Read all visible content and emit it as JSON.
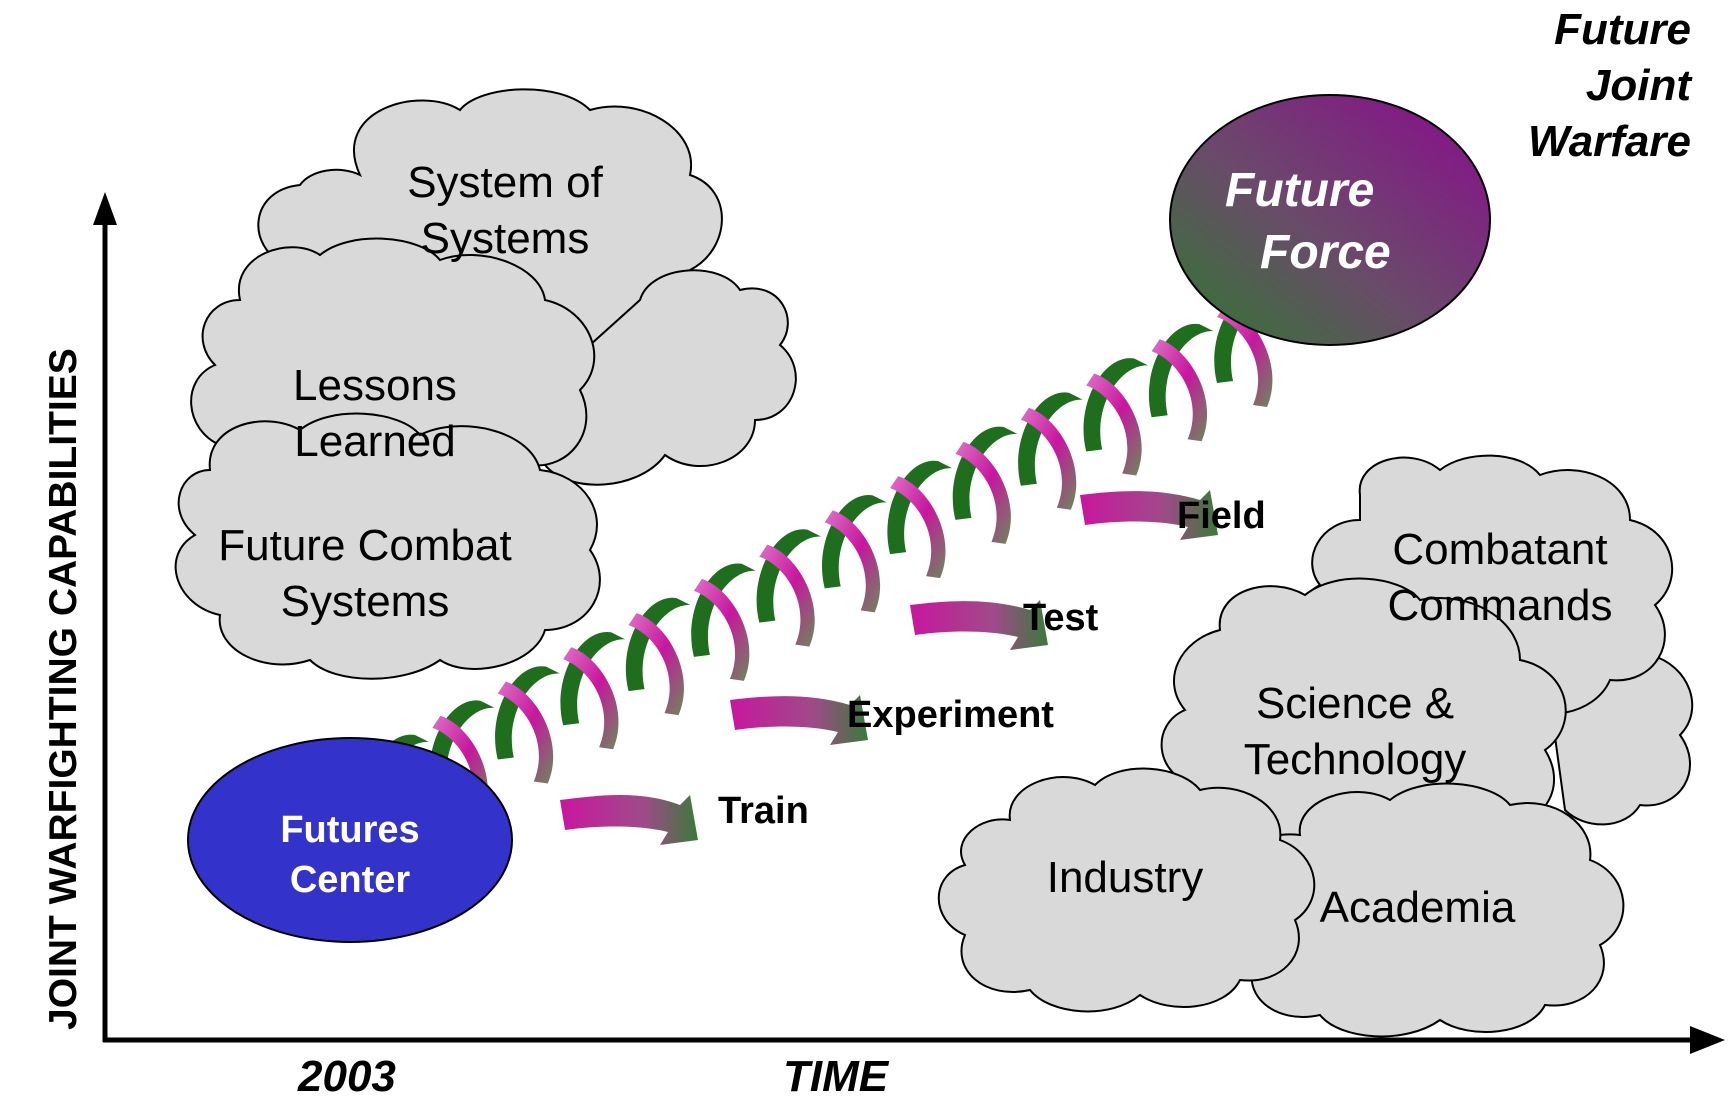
{
  "corner_title": [
    "Future",
    "Joint",
    "Warfare"
  ],
  "y_axis_label": "JOINT WARFIGHTING CAPABILITIES",
  "x_axis_label": "TIME",
  "x_start_label": "2003",
  "start_node": [
    "Futures",
    "Center"
  ],
  "end_node": [
    "Future",
    "Force"
  ],
  "steps": [
    "Train",
    "Experiment",
    "Test",
    "Field"
  ],
  "left_clouds": {
    "system_of_systems": [
      "System of",
      "Systems"
    ],
    "lessons_learned": [
      "Lessons",
      "Learned"
    ],
    "future_combat_systems": [
      "Future Combat",
      "Systems"
    ]
  },
  "right_clouds": {
    "combatant_commands": [
      "Combatant",
      "Commands"
    ],
    "science_technology": [
      "Science &",
      "Technology"
    ],
    "industry": "Industry",
    "academia": "Academia"
  },
  "colors": {
    "cloud_fill": "#d9d9d9",
    "start_node": "#3333cc",
    "end_node_top": "#8b0a8f",
    "end_node_bottom": "#2e7a2e",
    "helix_green": "#1e6e1e",
    "helix_magenta": "#c8169f"
  }
}
